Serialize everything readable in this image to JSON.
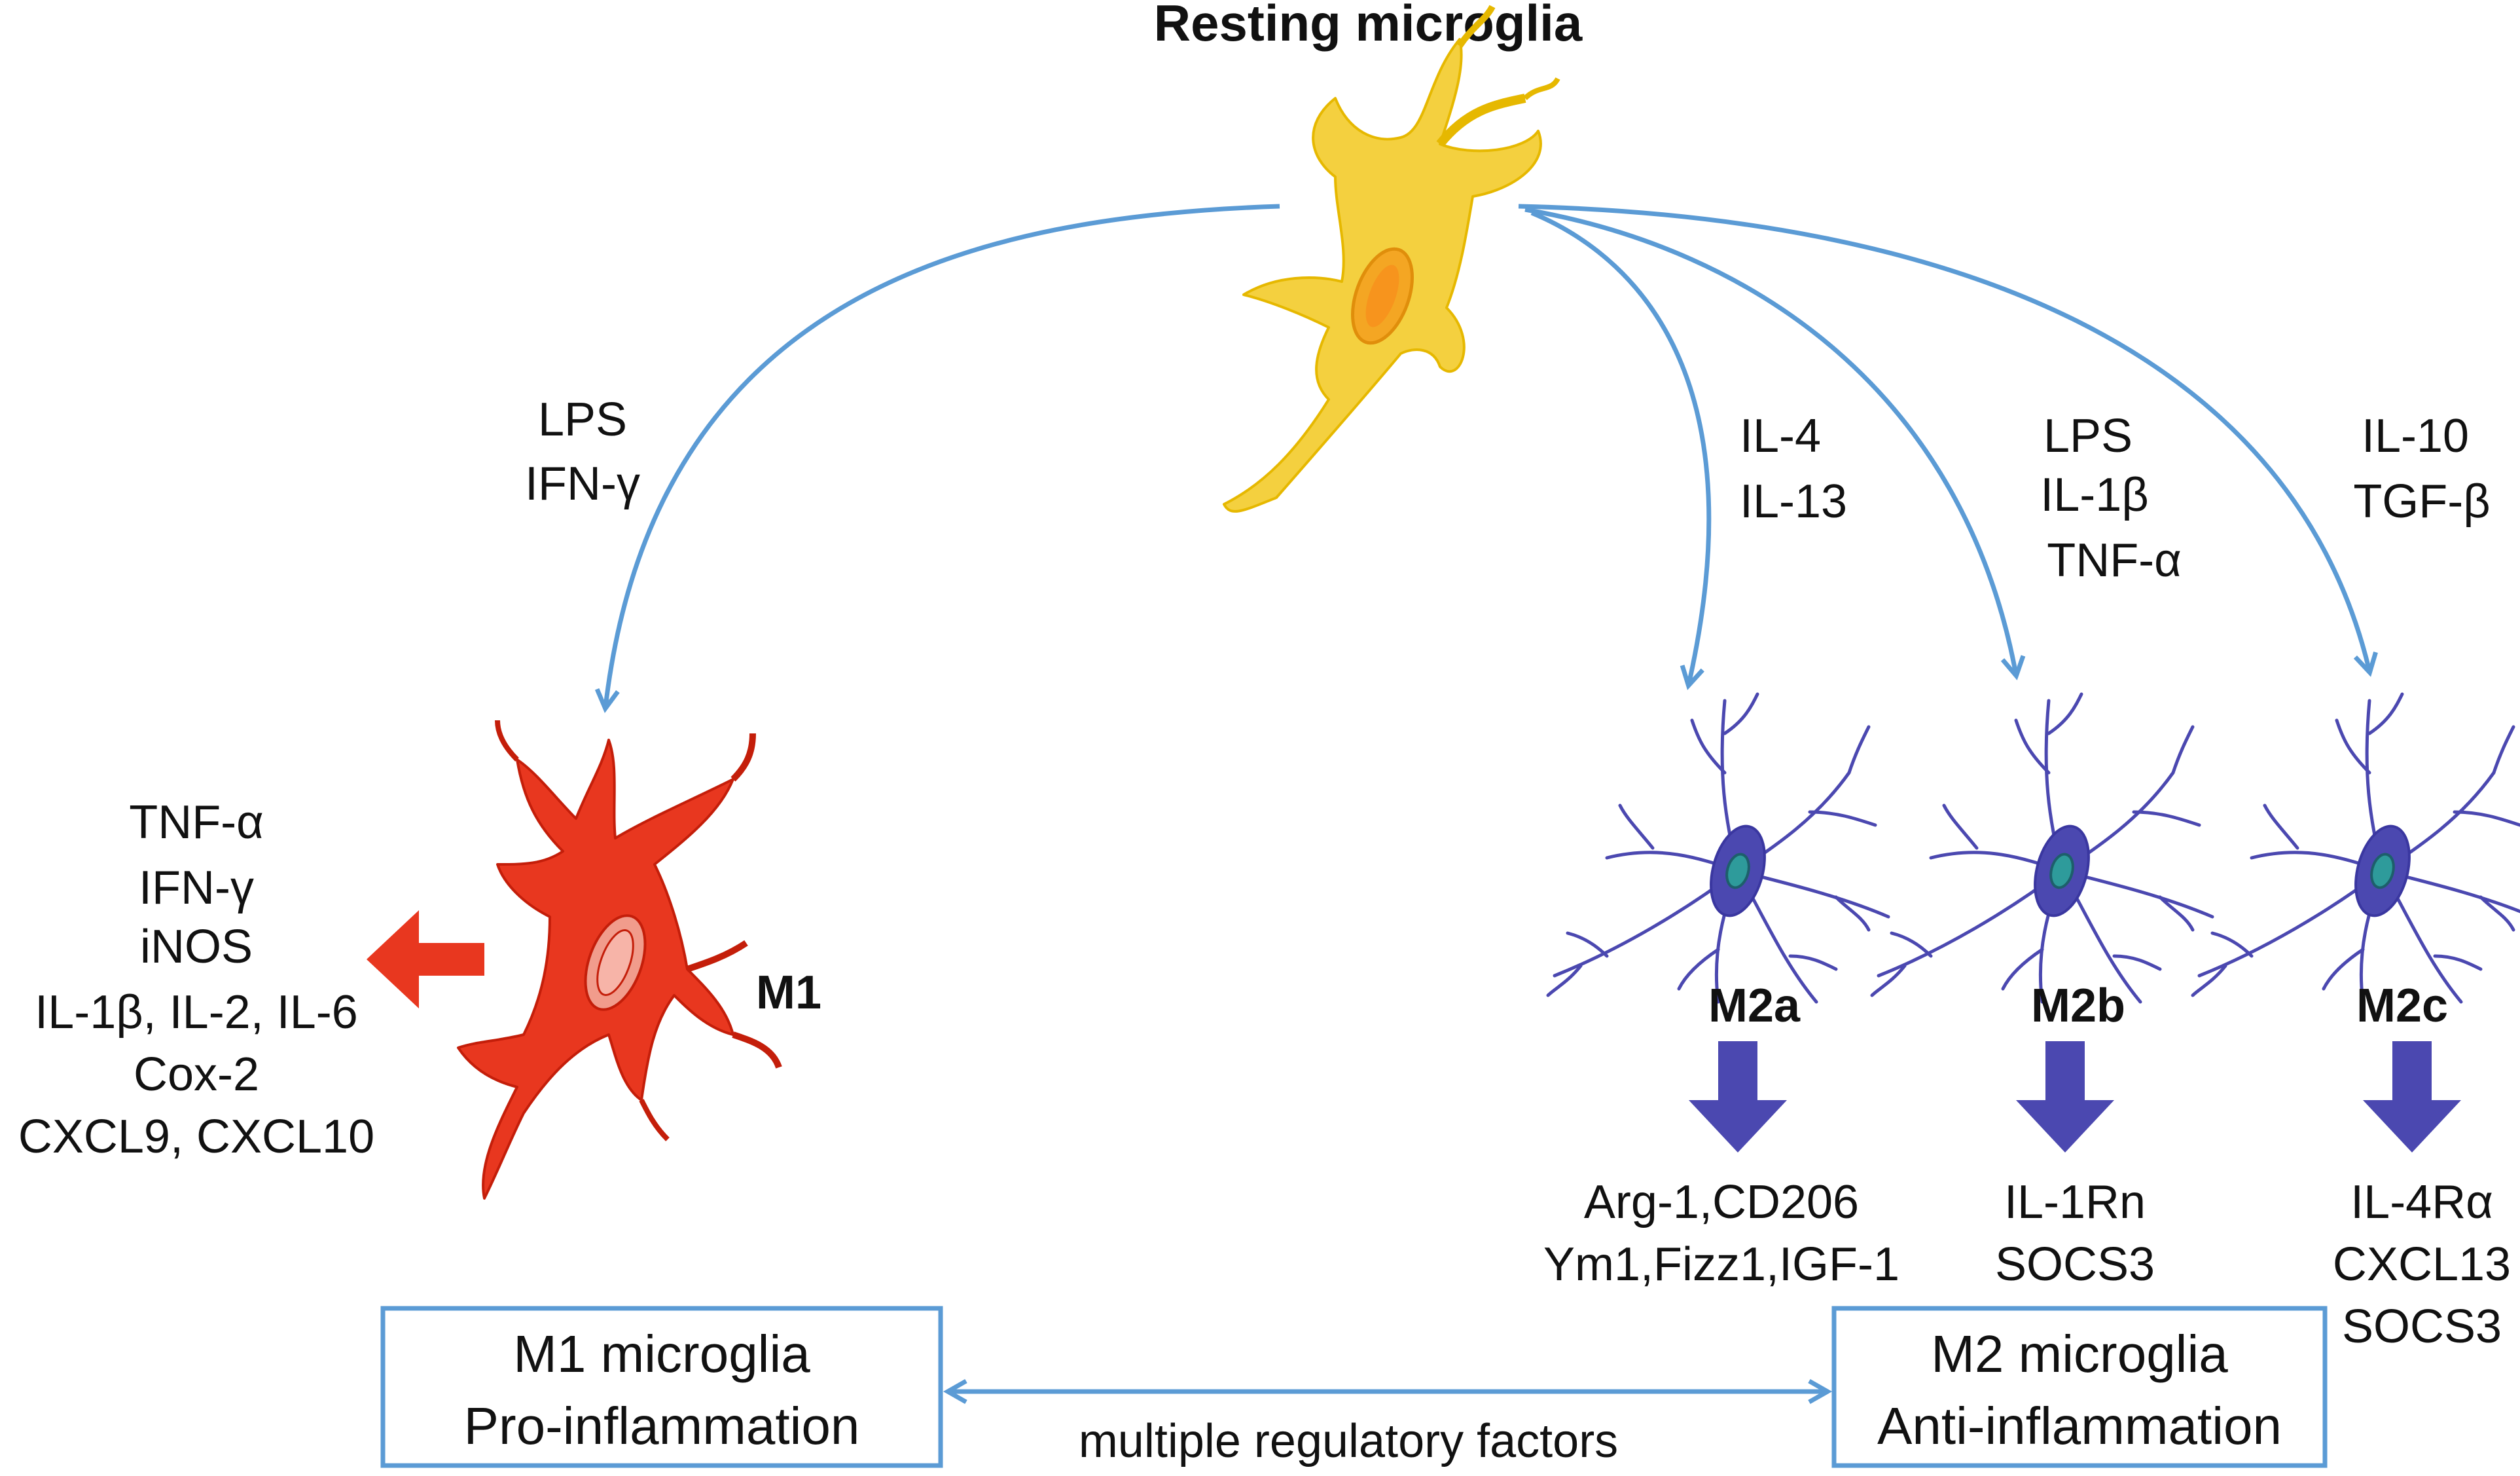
{
  "title": "Resting microglia",
  "colors": {
    "arrow": "#5b9bd5",
    "resting_cell": "#f4d03f",
    "m1_cell": "#e8371f",
    "m2_cell": "#4b48b0",
    "m2_output_arrow": "#4b48b0",
    "m1_output_arrow": "#e8371f"
  },
  "m1": {
    "label": "M1",
    "stimuli": [
      "LPS",
      "IFN-γ"
    ],
    "products": [
      "TNF-α",
      "IFN-γ",
      "iNOS",
      "IL-1β, IL-2,  IL-6",
      "Cox-2",
      "CXCL9, CXCL10"
    ]
  },
  "m2a": {
    "label": "M2a",
    "stimuli": [
      "IL-4",
      "IL-13"
    ],
    "products": [
      "Arg-1,CD206",
      "Ym1,Fizz1,IGF-1"
    ]
  },
  "m2b": {
    "label": "M2b",
    "stimuli": [
      "LPS",
      "IL-1β",
      "TNF-α"
    ],
    "products": [
      "IL-1Rn",
      "SOCS3"
    ]
  },
  "m2c": {
    "label": "M2c",
    "stimuli": [
      "IL-10",
      "TGF-β"
    ],
    "products": [
      "IL-4Rα",
      "CXCL13",
      "SOCS3"
    ]
  },
  "boxes": {
    "m1": [
      "M1 microglia",
      "Pro-inflammation"
    ],
    "m2": [
      "M2 microglia",
      "Anti-inflammation"
    ],
    "link_label": "multiple regulatory factors"
  }
}
